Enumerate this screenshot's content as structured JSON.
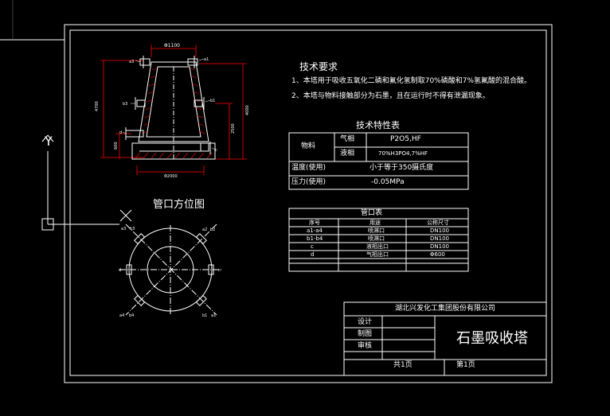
{
  "requirements": {
    "title": "技术要求",
    "items": [
      "1、本塔用于吸收五氧化二磷和氟化氢制取70%磷酸和7%氢氟酸的混合酸。",
      "2、本塔与物料接触部分为石墨，且在运行时不得有泄漏现象。"
    ]
  },
  "properties": {
    "title": "技术特性表",
    "material_label": "物料",
    "gas_label": "气相",
    "gas_value": "P2O5,HF",
    "liquid_label": "液相",
    "liquid_value": "70%H3PO4,7%HF",
    "temp_label": "温度(使用)",
    "temp_value": "小于等于350摄氏度",
    "pressure_label": "压力(使用)",
    "pressure_value": "-0.05MPa"
  },
  "nozzles": {
    "title": "管口表",
    "headers": [
      "序号",
      "用途",
      "公称尺寸"
    ],
    "rows": [
      [
        "a1-a4",
        "喷淋口",
        "DN100"
      ],
      [
        "b1-b4",
        "喷淋口",
        "DN100"
      ],
      [
        "c",
        "液相出口",
        "DN100"
      ],
      [
        "d",
        "气相出口",
        "Φ600"
      ]
    ]
  },
  "orientation": {
    "title": "管口方位图",
    "labels": {
      "a3": "a3",
      "b3": "b3",
      "a2": "a2",
      "b2": "b2",
      "a4": "a4",
      "b4": "b4",
      "b1": "b1",
      "a1": "a1",
      "d": "d",
      "c": "c"
    }
  },
  "elevation": {
    "labels": {
      "top_dim": "Φ1100",
      "bottom_dim": "Φ2000",
      "a1": "a1",
      "a3": "a3",
      "b3": "b3",
      "b1": "b1",
      "d": "d",
      "c": "c",
      "h_total": "4700",
      "h_right": "4000",
      "h_mid": "2500",
      "h_low": "600"
    }
  },
  "title_block": {
    "company": "湖北兴发化工集团股份有限公司",
    "design_label": "设计",
    "draw_label": "制图",
    "review_label": "审核",
    "drawing_name": "石墨吸收塔",
    "total_pages": "共1页",
    "page_no": "第1页"
  },
  "ucs": {
    "y_label": "Y"
  },
  "colors": {
    "background": "#000000",
    "line": "#ffffff",
    "dimension": "#ff0000",
    "section": "#ff0000"
  }
}
